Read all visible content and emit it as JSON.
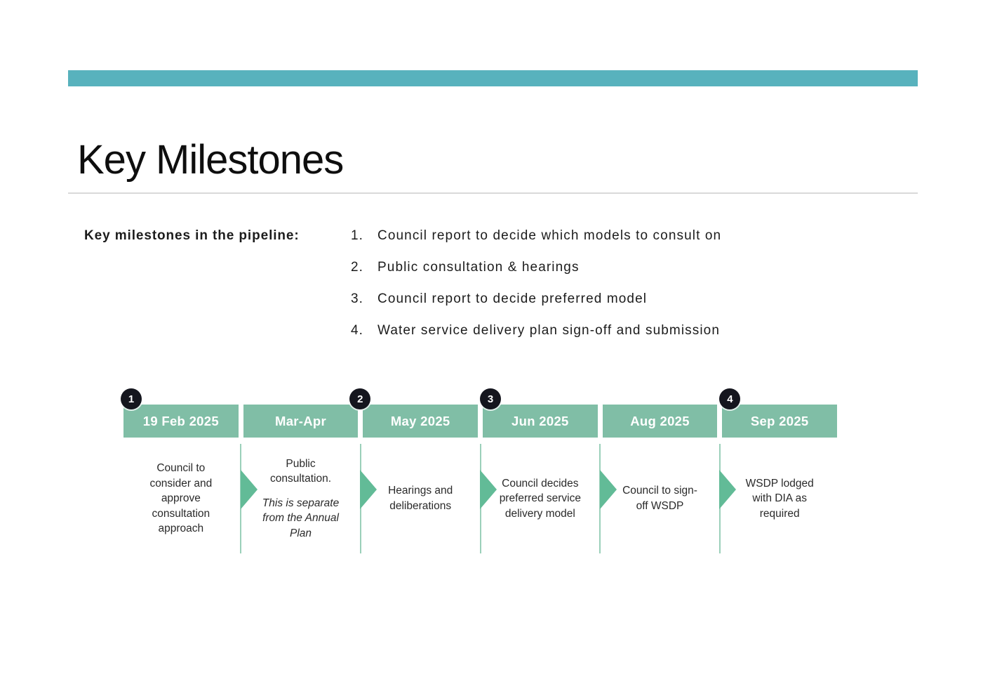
{
  "title": "Key Milestones",
  "colors": {
    "top_accent_bar": "#58B2BD",
    "stage_bar_green": "#80BEA6",
    "arrow_green": "#62BB97",
    "separator_line_green": "#9BD0BA",
    "badge_background": "#15161E",
    "divider_gray": "#D9D9D9"
  },
  "pipeline": {
    "label": "Key milestones in the pipeline:",
    "items": [
      {
        "number": "1.",
        "text": "Council report to decide which models to consult on"
      },
      {
        "number": "2.",
        "text": "Public consultation & hearings"
      },
      {
        "number": "3.",
        "text": "Council report to decide preferred model"
      },
      {
        "number": "4.",
        "text": "Water service delivery plan sign-off and submission"
      }
    ]
  },
  "timeline": {
    "stages": [
      {
        "badge": "1",
        "date": "19 Feb 2025",
        "description": "Council to consider and approve consultation approach"
      },
      {
        "date": "Mar-Apr",
        "description": "Public consultation.",
        "note": "This is separate from the Annual Plan"
      },
      {
        "badge": "2",
        "date": "May 2025",
        "description": "Hearings and deliberations"
      },
      {
        "badge": "3",
        "date": "Jun 2025",
        "description": "Council decides preferred service delivery model"
      },
      {
        "date": "Aug 2025",
        "description": "Council to sign-off WSDP"
      },
      {
        "badge": "4",
        "date": "Sep 2025",
        "description": "WSDP lodged with DIA as required"
      }
    ]
  }
}
